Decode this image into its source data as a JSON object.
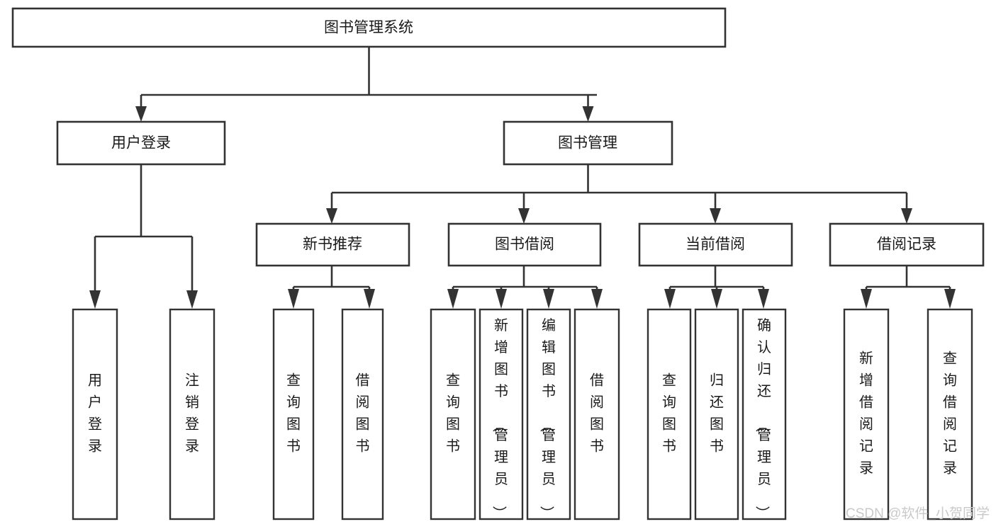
{
  "diagram": {
    "type": "hierarchy-tree",
    "title": "图书管理系统",
    "watermark": "CSDN @软件_小贺同学",
    "colors": {
      "stroke": "#333333",
      "fill": "#ffffff",
      "text": "#1a1a1a",
      "watermark": "#c9c9c9"
    },
    "root": {
      "label": "图书管理系统",
      "orientation": "horizontal"
    },
    "level2": [
      {
        "label": "用户登录",
        "orientation": "horizontal"
      },
      {
        "label": "图书管理",
        "orientation": "horizontal"
      }
    ],
    "level3": [
      {
        "label": "新书推荐",
        "orientation": "horizontal",
        "parent": "图书管理"
      },
      {
        "label": "图书借阅",
        "orientation": "horizontal",
        "parent": "图书管理"
      },
      {
        "label": "当前借阅",
        "orientation": "horizontal",
        "parent": "图书管理"
      },
      {
        "label": "借阅记录",
        "orientation": "horizontal",
        "parent": "图书管理"
      }
    ],
    "leaves": {
      "用户登录": [
        {
          "label": "用户登录",
          "orientation": "vertical"
        },
        {
          "label": "注销登录",
          "orientation": "vertical"
        }
      ],
      "新书推荐": [
        {
          "label": "查询图书",
          "orientation": "vertical"
        },
        {
          "label": "借阅图书",
          "orientation": "vertical"
        }
      ],
      "图书借阅": [
        {
          "label": "查询图书",
          "orientation": "vertical"
        },
        {
          "label": "新增图书（管理员）",
          "orientation": "vertical"
        },
        {
          "label": "编辑图书（管理员）",
          "orientation": "vertical"
        },
        {
          "label": "借阅图书",
          "orientation": "vertical"
        }
      ],
      "当前借阅": [
        {
          "label": "查询图书",
          "orientation": "vertical"
        },
        {
          "label": "归还图书",
          "orientation": "vertical"
        },
        {
          "label": "确认归还（管理员）",
          "orientation": "vertical"
        }
      ],
      "借阅记录": [
        {
          "label": "新增借阅记录",
          "orientation": "vertical"
        },
        {
          "label": "查询借阅记录",
          "orientation": "vertical"
        }
      ]
    }
  }
}
